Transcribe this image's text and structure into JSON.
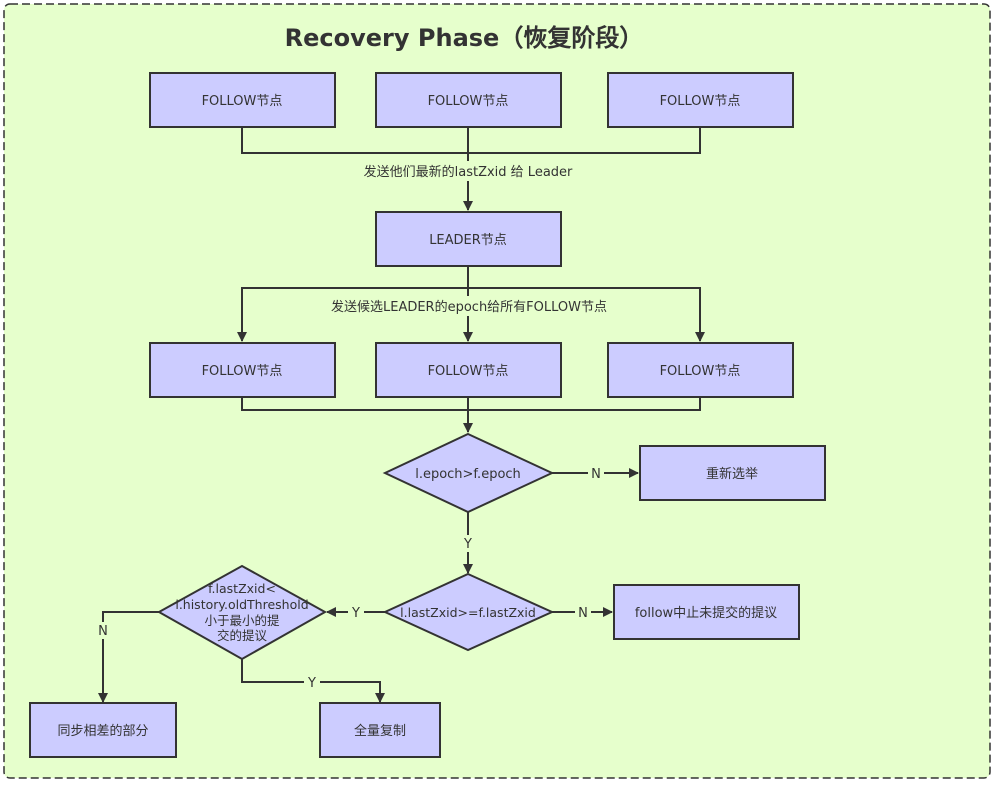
{
  "title": "Recovery Phase（恢复阶段）",
  "colors": {
    "background": "#e6ffcc",
    "frame": "#333333",
    "node_fill": "#ccccff",
    "node_stroke": "#333333",
    "edge": "#333333",
    "text": "#333333"
  },
  "nodes": {
    "follow_1": "FOLLOW节点",
    "follow_2": "FOLLOW节点",
    "follow_3": "FOLLOW节点",
    "leader": "LEADER节点",
    "follow_4": "FOLLOW节点",
    "follow_5": "FOLLOW节点",
    "follow_6": "FOLLOW节点",
    "decision_epoch": "l.epoch>f.epoch",
    "reelect": "重新选举",
    "decision_zxid": "l.lastZxid>=f.lastZxid",
    "follow_abort": "follow中止未提交的提议",
    "decision_history": [
      "f.lastZxid<",
      "l.history.oldThreshold",
      "小于最小的提",
      "交的提议"
    ],
    "sync_diff": "同步相差的部分",
    "full_copy": "全量复制"
  },
  "edge_labels": {
    "send_zxid": "发送他们最新的lastZxid 给 Leader",
    "send_epoch": "发送候选LEADER的epoch给所有FOLLOW节点",
    "epoch_no": "N",
    "epoch_yes": "Y",
    "zxid_no": "N",
    "zxid_yes": "Y",
    "history_no": "N",
    "history_yes": "Y"
  }
}
